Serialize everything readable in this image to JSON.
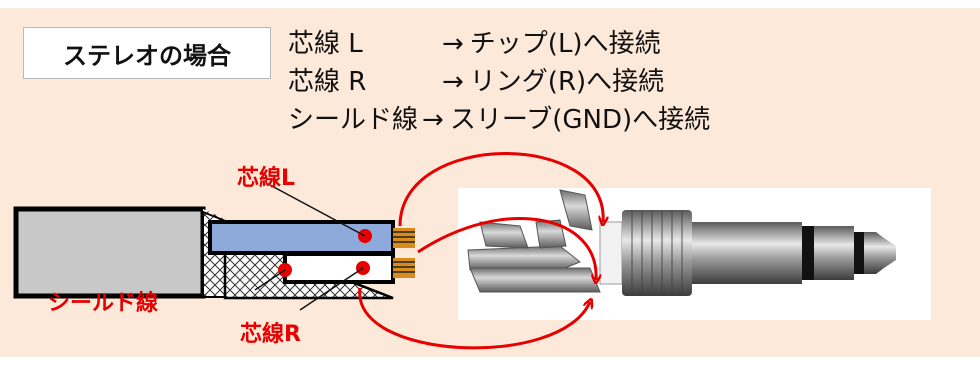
{
  "heading": "ステレオの場合",
  "wiring": [
    {
      "core": "芯線 L",
      "arrow": "→",
      "target": "チップ(L)へ接続"
    },
    {
      "core": "芯線 R",
      "arrow": "→",
      "target": "リング(R)へ接続"
    },
    {
      "core": "シールド線",
      "arrow": "→",
      "target": "スリーブ(GND)へ接続"
    }
  ],
  "labels": {
    "core_l": "芯線L",
    "core_r": "芯線R",
    "shield": "シールド線"
  },
  "colors": {
    "panel": "#fde9d9",
    "accent_red": "#e60000",
    "core_l_blue": "#8eaadb",
    "copper": "#d98b1b"
  }
}
